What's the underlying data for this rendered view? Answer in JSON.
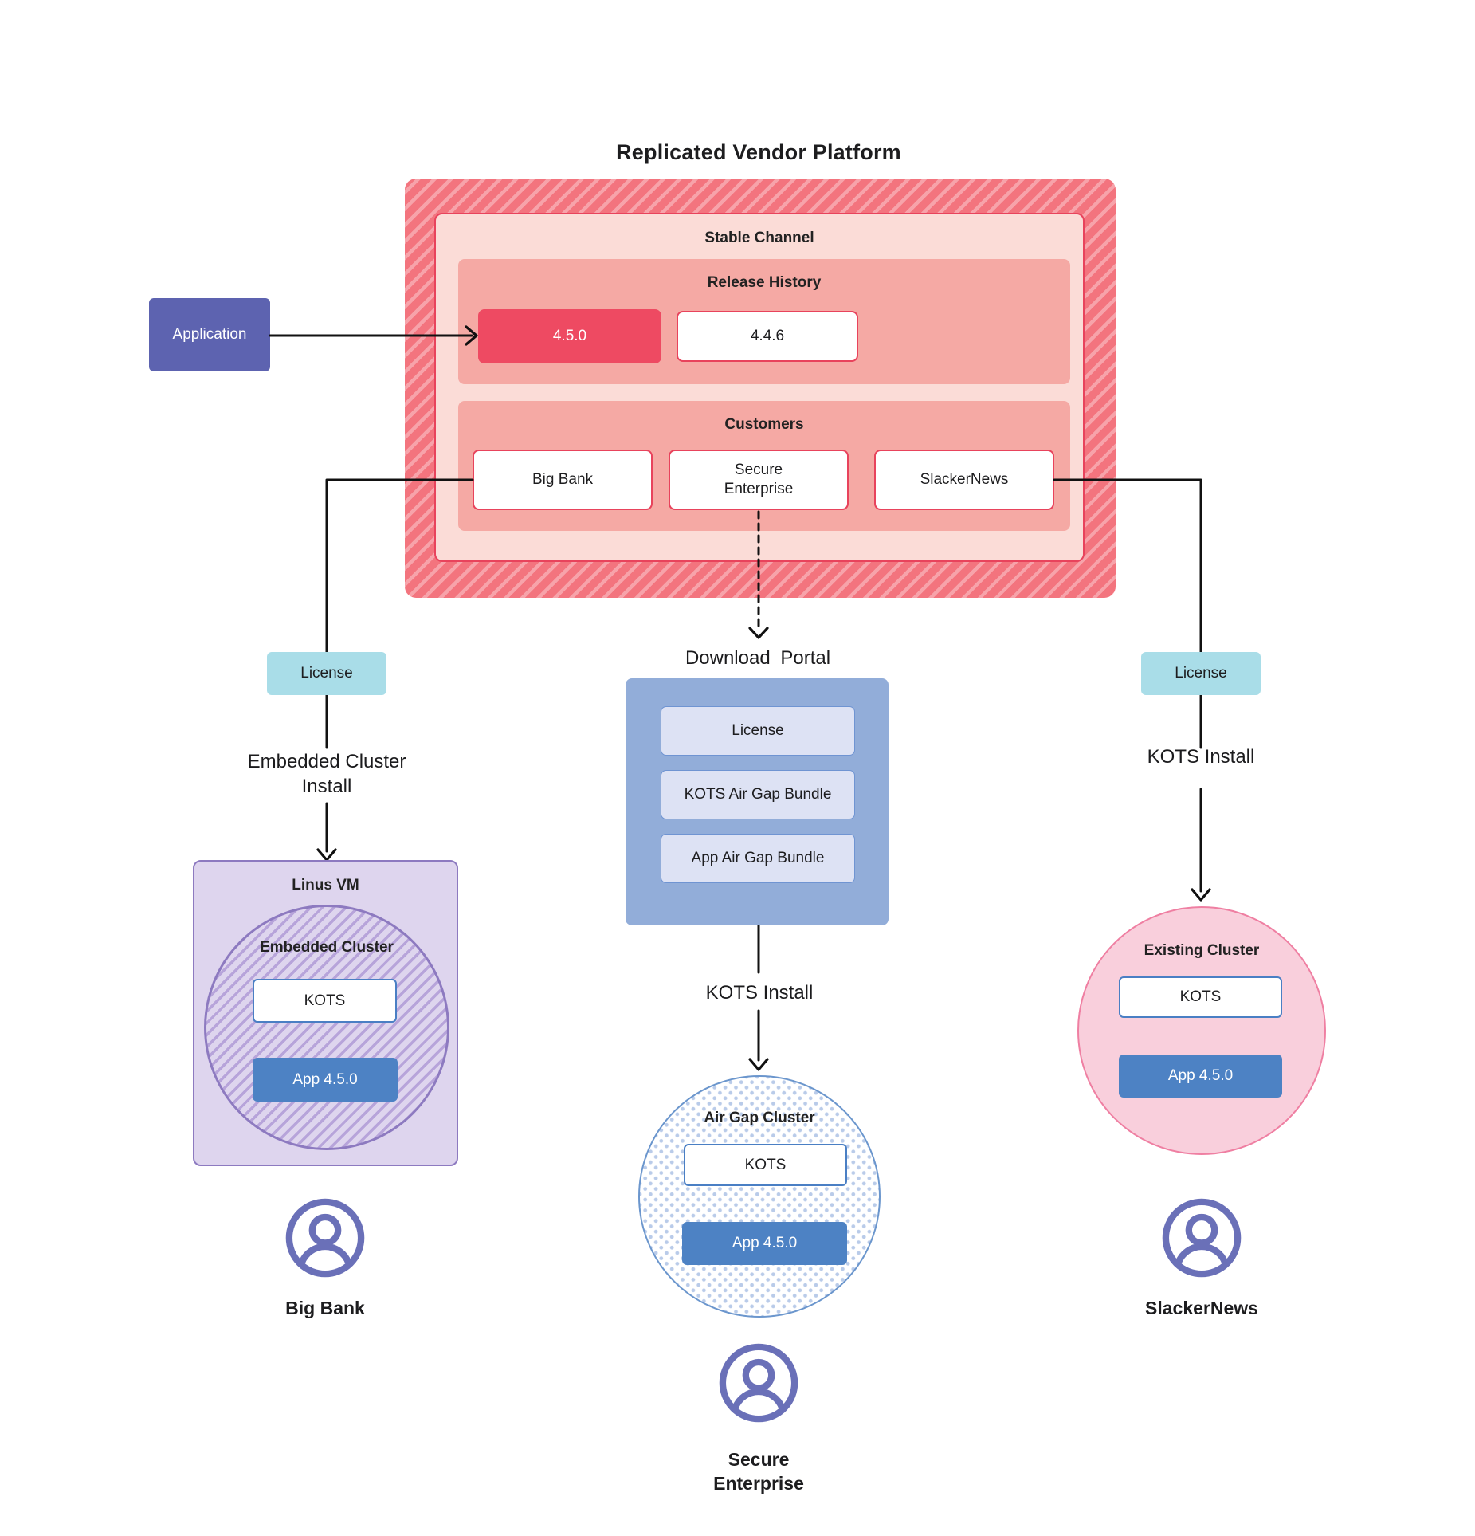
{
  "title": "Replicated Vendor Platform",
  "application": {
    "label": "Application"
  },
  "platform": {
    "stable_channel_label": "Stable Channel",
    "release_history": {
      "label": "Release History",
      "releases": [
        {
          "version": "4.5.0"
        },
        {
          "version": "4.4.6"
        }
      ]
    },
    "customers": {
      "label": "Customers",
      "items": [
        {
          "name": "Big Bank"
        },
        {
          "name": "Secure Enterprise"
        },
        {
          "name": "SlackerNews"
        }
      ]
    }
  },
  "flows": {
    "left": {
      "license": "License",
      "install": "Embedded Cluster Install",
      "vm_label": "Linus VM",
      "cluster_label": "Embedded Cluster",
      "kots": "KOTS",
      "app": "App 4.5.0",
      "user": "Big Bank"
    },
    "middle": {
      "portal_title": "Download Portal",
      "portal_items": [
        {
          "label": "License"
        },
        {
          "label": "KOTS Air Gap Bundle"
        },
        {
          "label": "App Air Gap Bundle"
        }
      ],
      "install": "KOTS Install",
      "cluster_label": "Air Gap Cluster",
      "kots": "KOTS",
      "app": "App 4.5.0",
      "user": "Secure Enterprise"
    },
    "right": {
      "license": "License",
      "install": "KOTS Install",
      "cluster_label": "Existing Cluster",
      "kots": "KOTS",
      "app": "App 4.5.0",
      "user": "SlackerNews"
    }
  },
  "colors": {
    "text_dark": "#1d1d1f",
    "line": "#111111",
    "red_border": "#e8435c",
    "red_fill": "#ee4a62",
    "hatch_red": "#f3747e",
    "hatch_red_light": "#f7a3aa",
    "pink_light": "#fbdcd7",
    "pink_mid": "#f5a9a4",
    "purple_app": "#5d63b0",
    "teal": "#a9dde8",
    "portal_blue": "#92add9",
    "portal_item_fill": "#dde2f4",
    "portal_item_border": "#6f94d2",
    "app_blue": "#4d82c4",
    "kots_border": "#4a7fc4",
    "lavender_fill": "#ded5ee",
    "lavender_border": "#8d7ac0",
    "lavender_stripe": "#b7a4da",
    "pink_circle_fill": "#f9cfdc",
    "pink_circle_border": "#ef7fa2",
    "dot_blue": "#b9cbe9",
    "air_border": "#6b96cd",
    "user_icon": "#6a70b8"
  }
}
